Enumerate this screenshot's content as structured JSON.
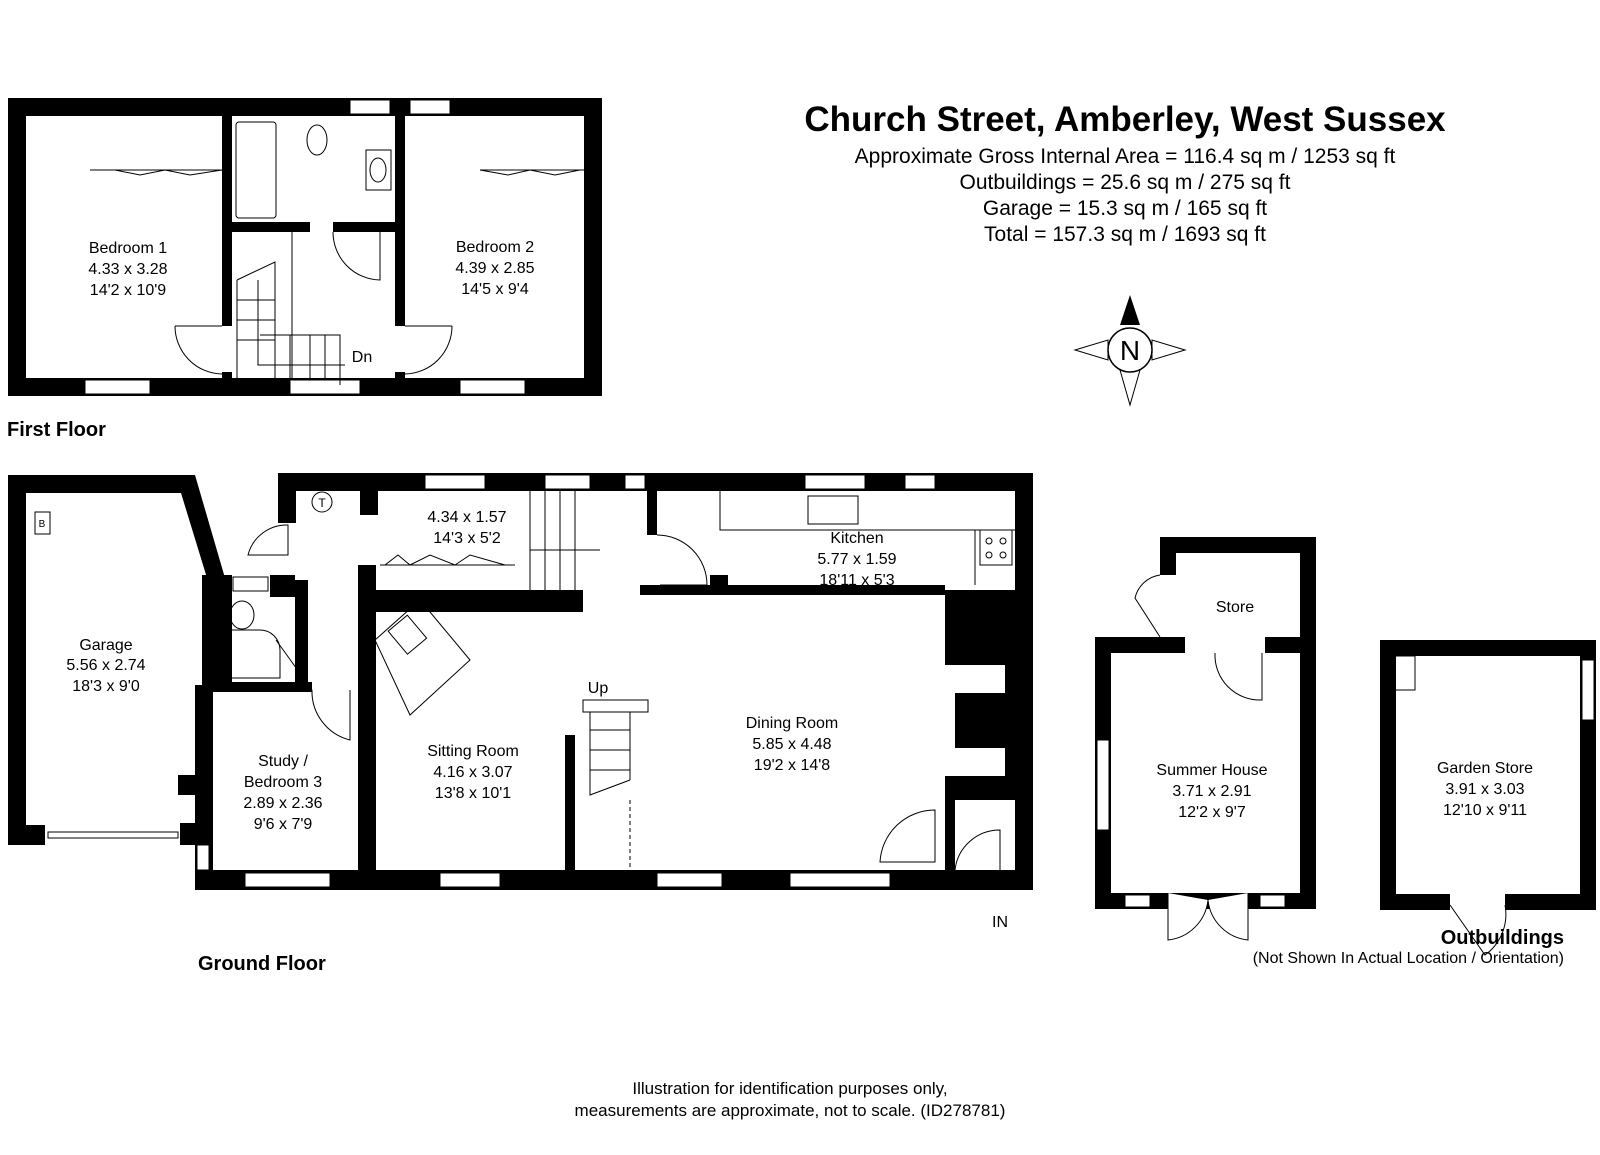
{
  "header": {
    "title": "Church Street, Amberley, West Sussex",
    "areas": [
      "Approximate Gross Internal Area = 116.4 sq m / 1253 sq ft",
      "Outbuildings = 25.6 sq m / 275 sq ft",
      "Garage = 15.3 sq m / 165 sq ft",
      "Total = 157.3 sq m / 1693 sq ft"
    ]
  },
  "compass": {
    "label": "N"
  },
  "first_floor": {
    "label": "First Floor",
    "stairs_label": "Dn",
    "rooms": [
      {
        "name": "Bedroom 1",
        "metric": "4.33 x 3.28",
        "imperial": "14'2 x 10'9"
      },
      {
        "name": "Bedroom 2",
        "metric": "4.39 x 2.85",
        "imperial": "14'5 x 9'4"
      }
    ]
  },
  "ground_floor": {
    "label": "Ground Floor",
    "stairs_label": "Up",
    "entrance_label": "IN",
    "boiler_label": "B",
    "tank_label": "T",
    "hall": {
      "metric": "4.34 x 1.57",
      "imperial": "14'3 x 5'2"
    },
    "rooms": [
      {
        "name": "Garage",
        "metric": "5.56 x 2.74",
        "imperial": "18'3 x 9'0"
      },
      {
        "name": "Study /",
        "name2": "Bedroom 3",
        "metric": "2.89 x 2.36",
        "imperial": "9'6 x 7'9"
      },
      {
        "name": "Sitting Room",
        "metric": "4.16 x 3.07",
        "imperial": "13'8 x 10'1"
      },
      {
        "name": "Dining Room",
        "metric": "5.85 x 4.48",
        "imperial": "19'2 x 14'8"
      },
      {
        "name": "Kitchen",
        "metric": "5.77 x 1.59",
        "imperial": "18'11 x 5'3"
      }
    ]
  },
  "outbuildings": {
    "label": "Outbuildings",
    "note": "(Not Shown In Actual Location / Orientation)",
    "store_label": "Store",
    "rooms": [
      {
        "name": "Summer House",
        "metric": "3.71 x 2.91",
        "imperial": "12'2 x 9'7"
      },
      {
        "name": "Garden Store",
        "metric": "3.91 x 3.03",
        "imperial": "12'10 x 9'11"
      }
    ]
  },
  "footer": {
    "line1": "Illustration for identification purposes only,",
    "line2": "measurements are approximate, not to scale. (ID278781)"
  }
}
